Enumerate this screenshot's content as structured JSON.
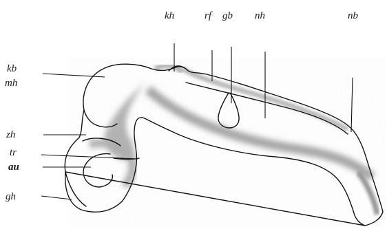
{
  "labels": {
    "kh": "kh",
    "rf": "rf",
    "gb": "gb",
    "nh": "nh",
    "nb": "nb",
    "kb": "kb",
    "mh": "mh",
    "zh": "zh",
    "tr": "tr",
    "au": "au",
    "gh": "gh"
  },
  "colors": {
    "ink": "#111111",
    "shading": "#8a8a8a",
    "background": "#ffffff"
  }
}
